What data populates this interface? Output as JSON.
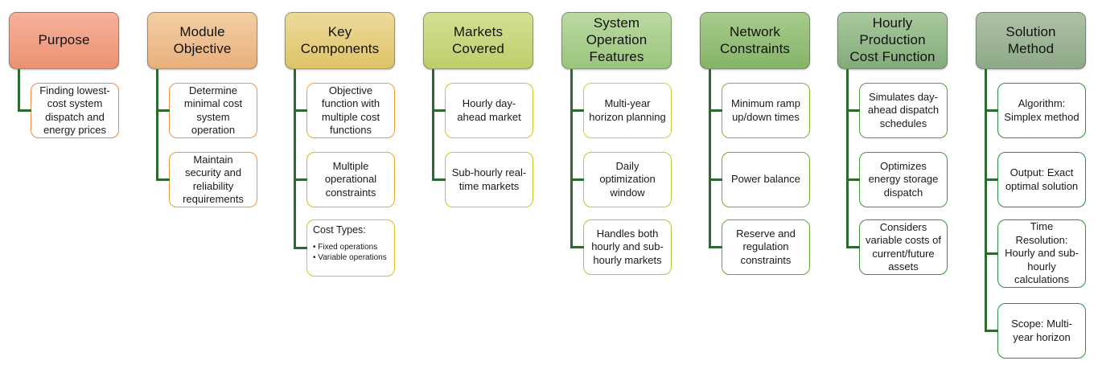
{
  "page": {
    "background": "#FFFFFF"
  },
  "diagram": {
    "type": "hierarchy",
    "connector_color": "#2C692F",
    "columns": [
      {
        "title": "Purpose",
        "header_top_color": "#F6B29A",
        "header_bottom_color": "#EC9173",
        "children": [
          {
            "text": "Finding lowest-cost system dispatch and energy prices",
            "border_color": "#EC8747"
          }
        ]
      },
      {
        "title": "Module Objective",
        "header_top_color": "#F3CFA3",
        "header_bottom_color": "#E9B07D",
        "children": [
          {
            "text": "Determine minimal cost system operation",
            "border_color": "#EE9440"
          },
          {
            "text": "Maintain security and reliability requirements",
            "border_color": "#ED9A3B"
          }
        ]
      },
      {
        "title": "Key Components",
        "header_top_color": "#ECDA9C",
        "header_bottom_color": "#DEC367",
        "children": [
          {
            "text": "Objective function with multiple cost functions",
            "border_color": "#EF9F38"
          },
          {
            "text": "Multiple operational constraints",
            "border_color": "#E8AC29"
          },
          {
            "title": "Cost Types:",
            "bullets": [
              "Fixed operations",
              "Variable operations"
            ],
            "border_color": "#DCBE1D",
            "variant": "list"
          }
        ]
      },
      {
        "title": "Markets Covered",
        "header_top_color": "#D5DF93",
        "header_bottom_color": "#BFCE6B",
        "children": [
          {
            "text": "Hourly day-ahead market",
            "border_color": "#D9C11D"
          },
          {
            "text": "Sub-hourly real-time markets",
            "border_color": "#D4C31F"
          }
        ]
      },
      {
        "title": "System Operation Features",
        "header_top_color": "#BBD9A0",
        "header_bottom_color": "#9AC57D",
        "children": [
          {
            "text": "Multi-year horizon planning",
            "border_color": "#C9CE33"
          },
          {
            "text": "Daily optimization window",
            "border_color": "#BCC936"
          },
          {
            "text": "Handles both hourly and sub-hourly markets",
            "border_color": "#ADC437"
          }
        ]
      },
      {
        "title": "Network Constraints",
        "header_top_color": "#A7CB8D",
        "header_bottom_color": "#85B468",
        "children": [
          {
            "text": "Minimum ramp up/down times",
            "border_color": "#82B42B"
          },
          {
            "text": "Power balance",
            "border_color": "#74AC2F"
          },
          {
            "text": "Reserve and regulation constraints",
            "border_color": "#68A532"
          }
        ]
      },
      {
        "title": "Hourly Production Cost Function",
        "header_top_color": "#A8C99D",
        "header_bottom_color": "#83AB7A",
        "children": [
          {
            "text": "Simulates day-ahead dispatch schedules",
            "border_color": "#4F9D3A"
          },
          {
            "text": "Optimizes energy storage dispatch",
            "border_color": "#45973E"
          },
          {
            "text": "Considers variable costs of current/future assets",
            "border_color": "#3B9140",
            "variant": "overflow"
          }
        ]
      },
      {
        "title": "Solution Method",
        "header_top_color": "#ADC2A5",
        "header_bottom_color": "#8EA988",
        "children": [
          {
            "text": "Algorithm: Simplex method",
            "border_color": "#308D3E"
          },
          {
            "text": "Output: Exact optimal solution",
            "border_color": "#308D3E"
          },
          {
            "text": "Time Resolution: Hourly and sub-hourly calculations",
            "border_color": "#308D3E",
            "variant": "tall"
          },
          {
            "text": "Scope: Multi-year horizon",
            "border_color": "#308D3E"
          }
        ]
      }
    ]
  }
}
